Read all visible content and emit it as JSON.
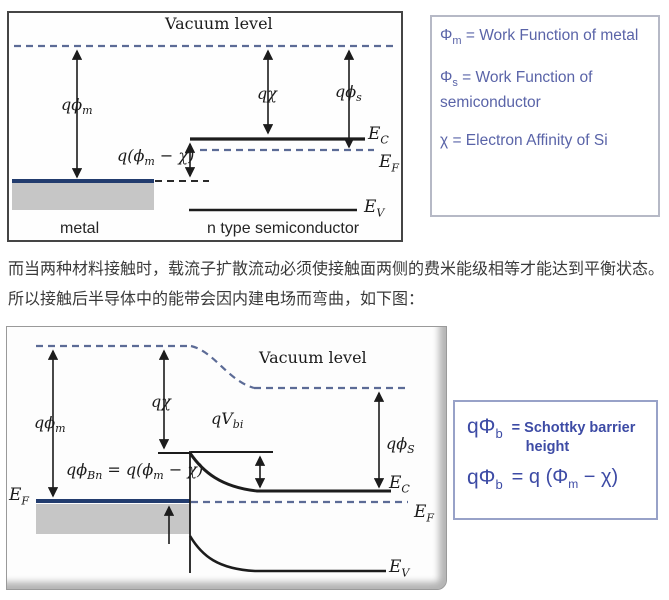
{
  "colors": {
    "annotation_blue": "#5a64a8",
    "schottky_blue": "#3d4ba5",
    "fermi_navy": "#223c6e",
    "dashed_slate": "#5c6b96",
    "metal_gray": "#c6c6c6",
    "line_black": "#1c1c1c"
  },
  "top_diagram": {
    "title": "Vacuum level",
    "labels": {
      "q_phi_m": {
        "pre": "qϕ",
        "sub": "m"
      },
      "q_chi": {
        "pre": "qχ"
      },
      "q_phi_s": {
        "pre": "qϕ",
        "sub": "s"
      },
      "q_phim_minus_chi": {
        "pre": "q(ϕ",
        "sub": "m",
        "post": " − χ)"
      },
      "e_c": {
        "pre": "E",
        "sub": "C"
      },
      "e_f": {
        "pre": "E",
        "sub": "F"
      },
      "e_v": {
        "pre": "E",
        "sub": "V"
      },
      "metal": "metal",
      "semiconductor": "n type semiconductor"
    }
  },
  "legend_box": {
    "items": [
      {
        "sym": "Φ",
        "sub": "m",
        "rest": " = Work Function of metal"
      },
      {
        "sym": "Φ",
        "sub": "s",
        "rest": " = Work Function of semiconductor"
      },
      {
        "sym": "χ",
        "rest": " = Electron Affinity of Si"
      }
    ]
  },
  "paragraph": {
    "line1": "而当两种材料接触时，载流子扩散流动必须使接触面两侧的费米能级相等才能达到平衡状态。",
    "line2": "所以接触后半导体中的能带会因内建电场而弯曲，如下图："
  },
  "bottom_diagram": {
    "title": "Vacuum level",
    "labels": {
      "q_phi_m": {
        "pre": "qϕ",
        "sub": "m"
      },
      "q_chi": {
        "pre": "qχ"
      },
      "q_v_bi": {
        "pre": "qV",
        "sub": "bi"
      },
      "q_phi_S": {
        "pre": "qϕ",
        "sub": "S"
      },
      "q_phi_Bn": {
        "pre": "qϕ",
        "sub": "Bn",
        "mid": " = q(ϕ",
        "sub2": "m",
        "post": " − χ)"
      },
      "e_f_left": {
        "pre": "E",
        "sub": "F"
      },
      "e_c": {
        "pre": "E",
        "sub": "C"
      },
      "e_f_right": {
        "pre": "E",
        "sub": "F"
      },
      "e_v": {
        "pre": "E",
        "sub": "V"
      }
    }
  },
  "schottky_box": {
    "line1": {
      "q": "qΦ",
      "sub": "b",
      "eq": "= Schottky  barrier",
      "eq2": "height"
    },
    "line2": {
      "q": "qΦ",
      "sub": "b",
      "eq_pre": "= q (Φ",
      "eq_sub": "m",
      "eq_post": " − χ)"
    }
  }
}
